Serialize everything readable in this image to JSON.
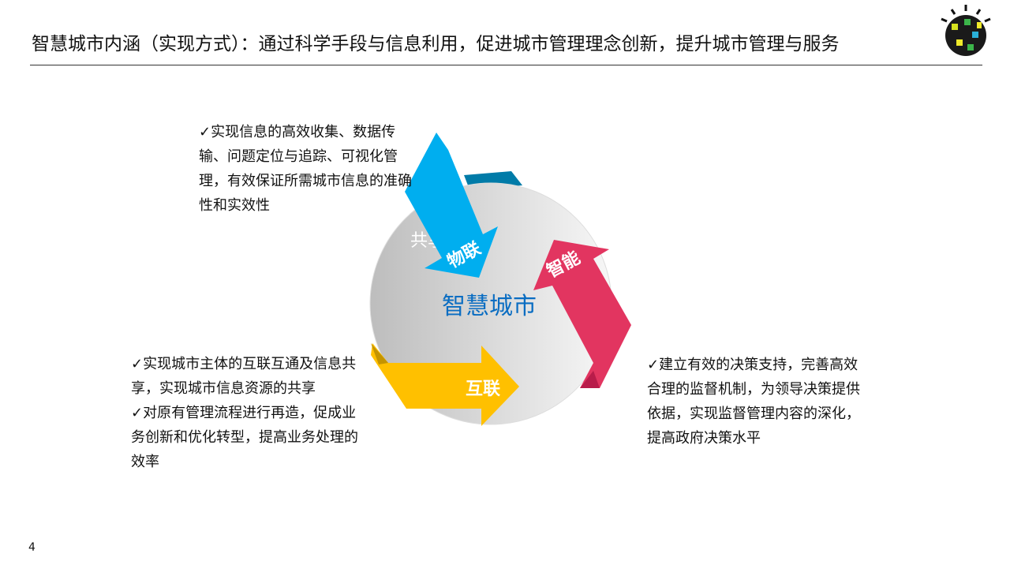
{
  "header": {
    "title": "智慧城市内涵（实现方式）：通过科学手段与信息利用，促进城市管理理念创新，提升城市管理与服务",
    "logo": "ibm-smarter-planet-logo"
  },
  "diagram": {
    "center": "智慧城市",
    "arrows": {
      "top": "物联",
      "right": "智能",
      "bottom": "互联",
      "hidden": "共享"
    },
    "colors": {
      "blue": "#00aeef",
      "pink": "#e23560",
      "yellow": "#ffc000",
      "teal": "#007ba8",
      "center_text": "#0a6dc2"
    }
  },
  "bullets": {
    "top": [
      "✓实现信息的高效收集、数据传输、问题定位与追踪、可视化管理，有效保证所需城市信息的准确性和实效性"
    ],
    "left": [
      "✓实现城市主体的互联互通及信息共享，实现城市信息资源的共享",
      "✓对原有管理流程进行再造，促成业务创新和优化转型，提高业务处理的效率"
    ],
    "right": [
      "✓建立有效的决策支持，完善高效合理的监督机制，为领导决策提供依据，实现监督管理内容的深化，提高政府决策水平"
    ]
  },
  "page_number": "4"
}
